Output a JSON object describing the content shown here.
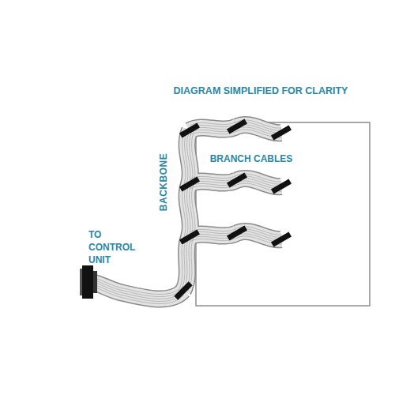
{
  "diagram": {
    "title": "DIAGRAM SIMPLIFIED FOR CLARITY",
    "labels": [
      "BRANCH CABLES",
      "BACKBONE",
      "TO CONTROL UNIT"
    ]
  }
}
